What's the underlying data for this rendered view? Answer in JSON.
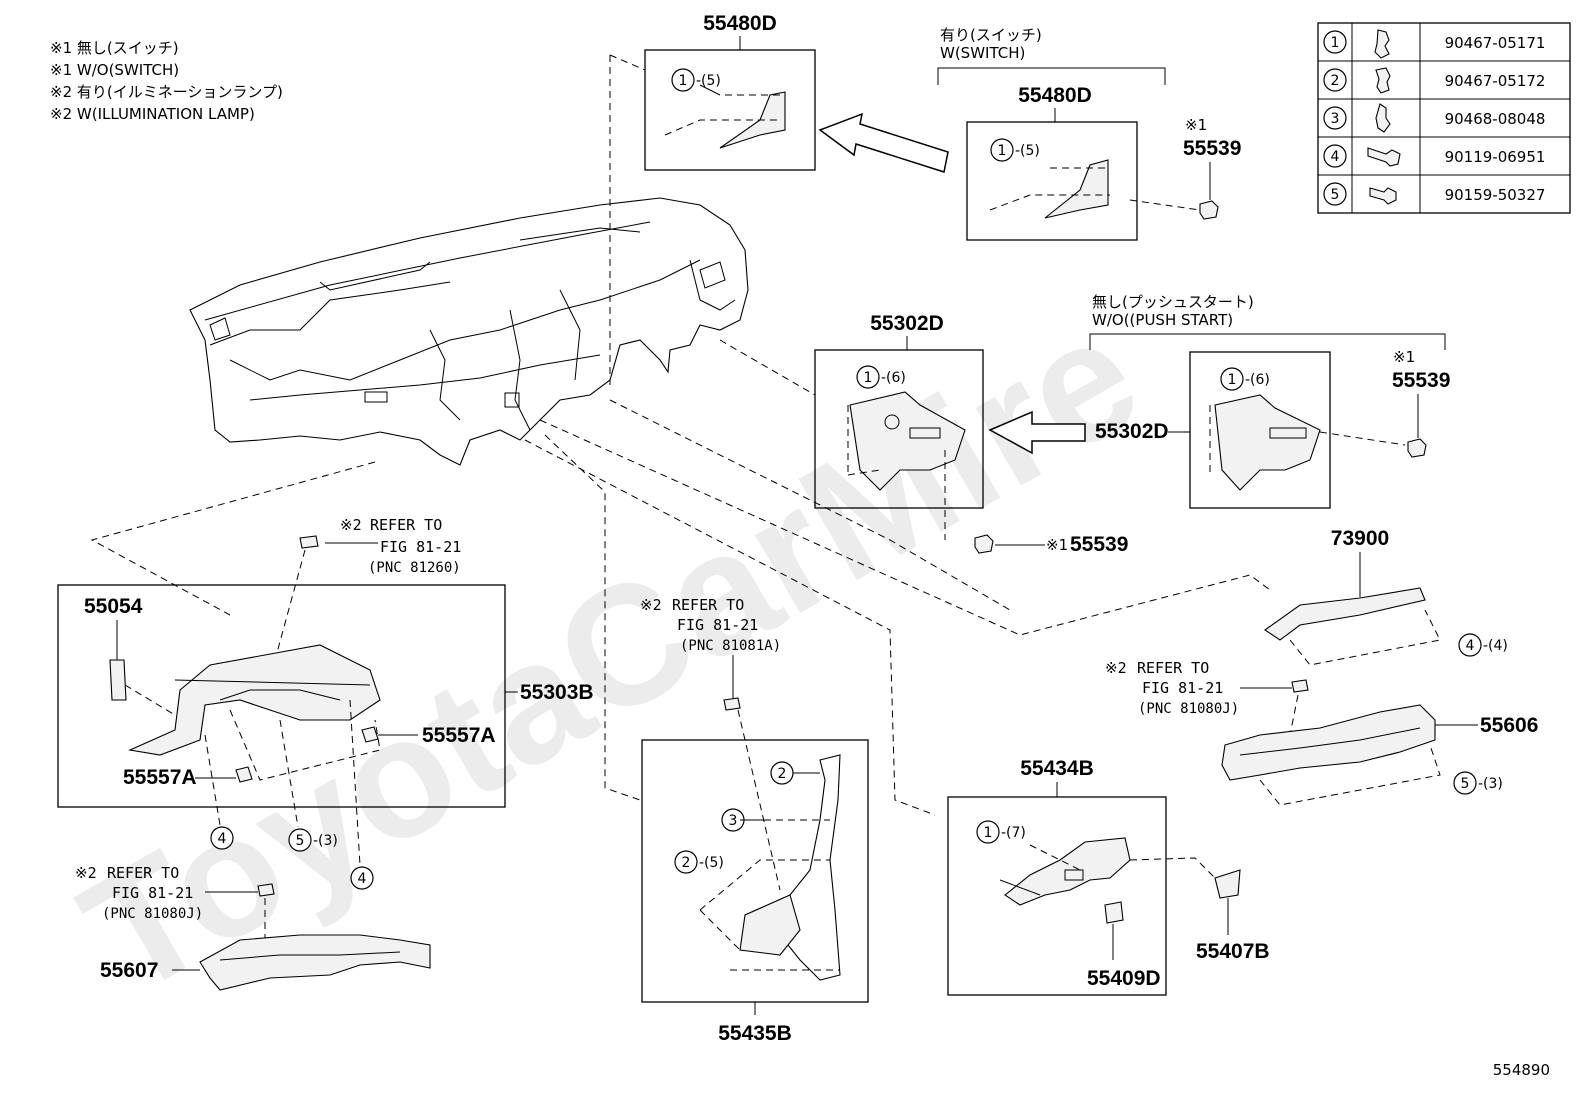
{
  "notes": [
    "※1 無し(スイッチ)",
    "※1 W/O(SWITCH)",
    "※2 有り(イルミネーションランプ)",
    "※2 W(ILLUMINATION LAMP)"
  ],
  "legend": [
    {
      "num": "1",
      "part": "90467-05171"
    },
    {
      "num": "2",
      "part": "90467-05172"
    },
    {
      "num": "3",
      "part": "90468-08048"
    },
    {
      "num": "4",
      "part": "90119-06951"
    },
    {
      "num": "5",
      "part": "90159-50327"
    }
  ],
  "groups": {
    "switch_jp": "有り(スイッチ)",
    "switch_en": "W(SWITCH)",
    "push_jp": "無し(プッシュスタート)",
    "push_en": "W/O((PUSH START)"
  },
  "parts": {
    "p55480D_top": "55480D",
    "p55480D_right": "55480D",
    "p55539_a": "55539",
    "p55539_b": "55539",
    "p55539_c": "55539",
    "p55302D_left": "55302D",
    "p55302D_right": "55302D",
    "p73900": "73900",
    "p55054": "55054",
    "p55303B": "55303B",
    "p55557A_a": "55557A",
    "p55557A_b": "55557A",
    "p55607": "55607",
    "p55435B": "55435B",
    "p55434B": "55434B",
    "p55409D": "55409D",
    "p55407B": "55407B",
    "p55606": "55606"
  },
  "marks": {
    "m1": "※1",
    "m2": "※1",
    "m3": "※1"
  },
  "callouts": {
    "c1_5a": "1",
    "q5a": "-(5)",
    "c1_5b": "1",
    "q5b": "-(5)",
    "c1_6a": "1",
    "q6a": "-(6)",
    "c1_6b": "1",
    "q6b": "-(6)",
    "c4_4": "4",
    "q4": "-(4)",
    "c5_3a": "5",
    "q3a": "-(3)",
    "c5_3b": "5",
    "q3b": "-(3)",
    "c2_a": "2",
    "c3": "3",
    "c2_5": "2",
    "q2_5": "-(5)",
    "c1_7": "1",
    "q7": "-(7)",
    "c4_a": "4",
    "c4_b": "4"
  },
  "refs": [
    {
      "mark": "※2",
      "l1": "REFER TO",
      "l2": "FIG 81-21",
      "l3": "(PNC 81260)"
    },
    {
      "mark": "※2",
      "l1": "REFER TO",
      "l2": "FIG 81-21",
      "l3": "(PNC 81081A)"
    },
    {
      "mark": "※2",
      "l1": "REFER TO",
      "l2": "FIG 81-21",
      "l3": "(PNC 81080J)"
    },
    {
      "mark": "※2",
      "l1": "REFER TO",
      "l2": "FIG 81-21",
      "l3": "(PNC 81080J)"
    }
  ],
  "diagram_id": "554890",
  "watermark": "ToyotaCarMire"
}
